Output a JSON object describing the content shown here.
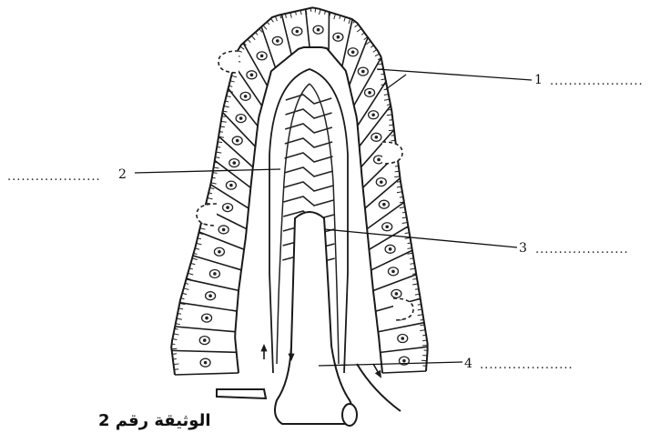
{
  "labels": [
    {
      "number": "1",
      "blank": "...................."
    },
    {
      "number": "2",
      "blank": "...................."
    },
    {
      "number": "3",
      "blank": "...................."
    },
    {
      "number": "4",
      "blank": "...................."
    }
  ],
  "caption": "الوثيقة رقم 2"
}
